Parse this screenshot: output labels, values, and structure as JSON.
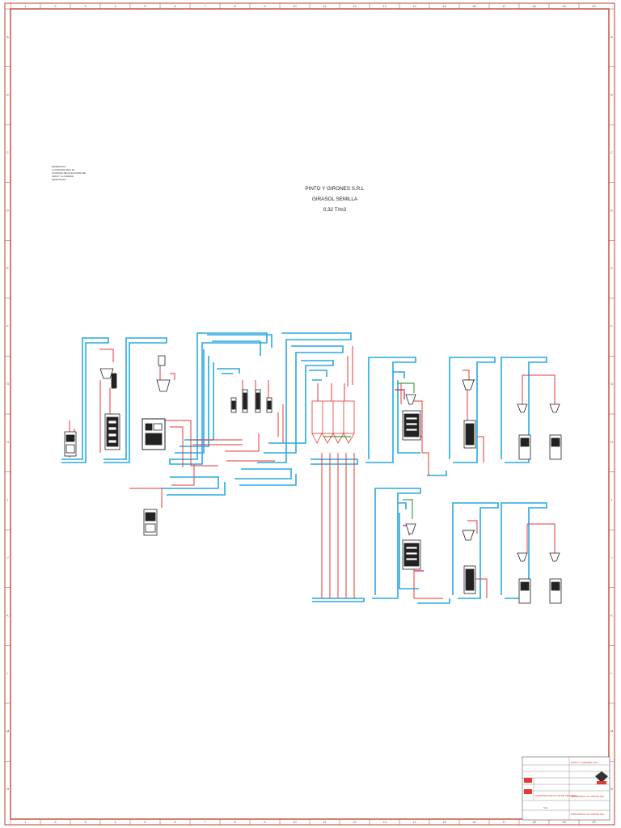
{
  "drawing": {
    "title_lines": [
      "PINTO Y GIRONES S.R.L",
      "GIRASOL SEMILLA",
      "0,32 T/m3"
    ],
    "notes_lines": [
      "REFERENCIAS",
      "LA CAPACIDAD REAL SE",
      "ALCANZARA SEGUN EL ESTADO DEL",
      "GRANO Y LA HUMEDAD",
      "ESPECIFICADA"
    ],
    "grid_columns": [
      "1",
      "2",
      "3",
      "4",
      "5",
      "6",
      "7",
      "8",
      "9",
      "10",
      "11",
      "12",
      "13",
      "14",
      "15",
      "16",
      "17",
      "18",
      "19",
      "20"
    ],
    "grid_rows": [
      "A",
      "B",
      "C",
      "D",
      "E",
      "F",
      "G",
      "H",
      "I",
      "J",
      "K",
      "L",
      "M",
      "N"
    ]
  },
  "title_block": {
    "client": "PINTO Y GIRONES S.R.L",
    "subtitle": "DIAGRAMA DE FLUJO DE PROCESO",
    "scale": "S/E",
    "code_1": "0205-0045-PC-01-UPPFD-001",
    "code_2": "0205-0045-PC-01-UPPFD-001"
  },
  "colors": {
    "frame": "#c0392b",
    "conveyor": "#29a8e0",
    "flow_line": "#e53935",
    "product_line": "#43a047",
    "auxiliary_line": "#d81b60",
    "equipment": "#222222"
  }
}
